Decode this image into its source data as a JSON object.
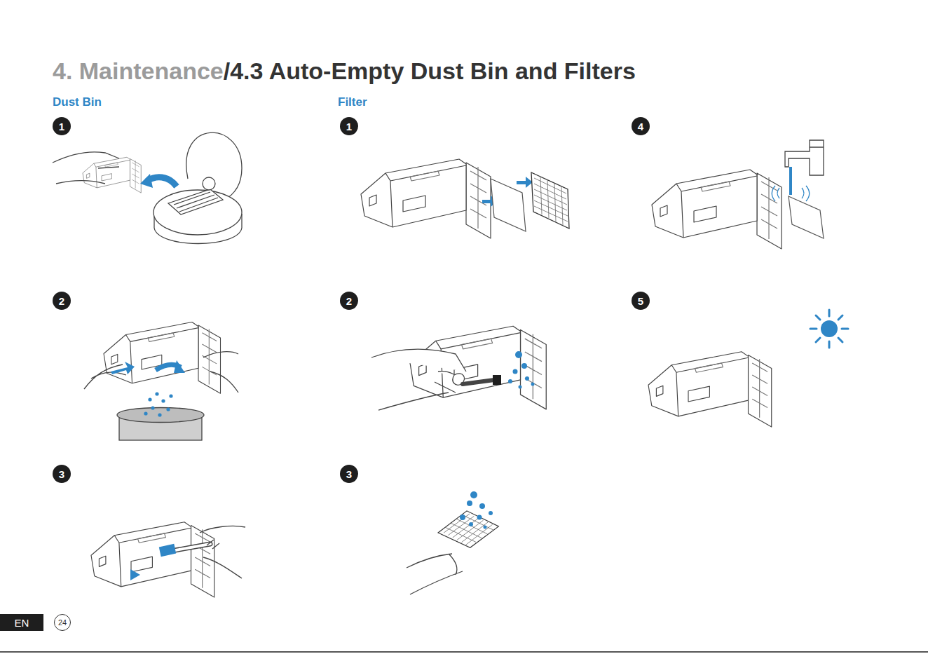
{
  "diagram": {
    "title": "/4.3 Auto-Empty Dust Bin and Filters",
    "labels": [
      "4. Maintenance",
      "Dust Bin",
      "Filter",
      "1",
      "1",
      "4",
      "2",
      "2",
      "5",
      "3",
      "3",
      "EN",
      "24"
    ]
  }
}
